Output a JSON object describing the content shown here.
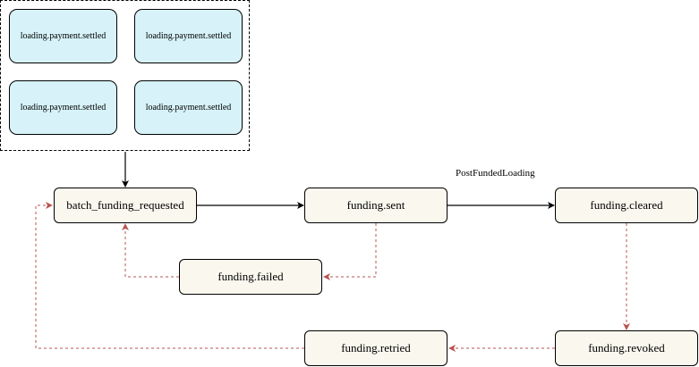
{
  "group": {
    "events": [
      "loading.payment.settled",
      "loading.payment.settled",
      "loading.payment.settled",
      "loading.payment.settled"
    ]
  },
  "states": {
    "batch_funding_requested": "batch_funding_requested",
    "funding_sent": "funding.sent",
    "funding_cleared": "funding.cleared",
    "funding_failed": "funding.failed",
    "funding_revoked": "funding.revoked",
    "funding_retried": "funding.retried"
  },
  "edge_labels": {
    "post_funded_loading": "PostFundedLoading"
  },
  "colors": {
    "event_fill": "#d7f3f9",
    "state_fill": "#f9f7ee",
    "solid_edge": "#000000",
    "dashed_edge": "#b85450"
  }
}
